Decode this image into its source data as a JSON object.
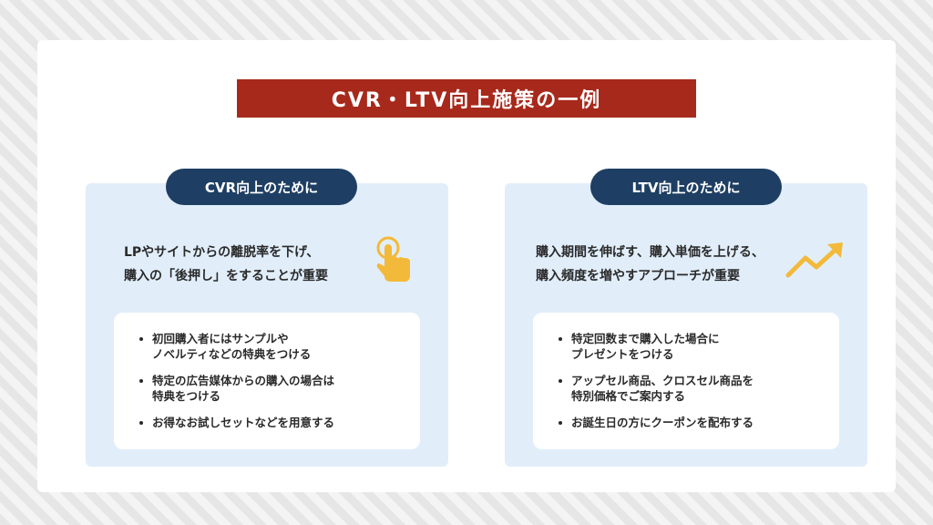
{
  "title": "CVR・LTV向上施策の一例",
  "colors": {
    "title_bg": "#a7291b",
    "pill_bg": "#1e3f63",
    "panel_bg": "#e1eefa",
    "icon_yellow": "#f3b93a"
  },
  "left_panel": {
    "pill": "CVR向上のために",
    "desc_lines": [
      "LPやサイトからの離脱率を下げ、",
      "購入の「後押し」をすることが重要"
    ],
    "icon": "tap-hand-icon",
    "items": [
      {
        "lines": [
          "初回購入者にはサンプルや",
          "ノベルティなどの特典をつける"
        ]
      },
      {
        "lines": [
          "特定の広告媒体からの購入の場合は",
          "特典をつける"
        ]
      },
      {
        "lines": [
          "お得なお試しセットなどを用意する"
        ]
      }
    ]
  },
  "right_panel": {
    "pill": "LTV向上のために",
    "desc_lines": [
      "購入期間を伸ばす、購入単価を上げる、",
      "購入頻度を増やすアプローチが重要"
    ],
    "icon": "trend-up-arrow-icon",
    "items": [
      {
        "lines": [
          "特定回数まで購入した場合に",
          "プレゼントをつける"
        ]
      },
      {
        "lines": [
          "アップセル商品、クロスセル商品を",
          "特別価格でご案内する"
        ]
      },
      {
        "lines": [
          "お誕生日の方にクーポンを配布する"
        ]
      }
    ]
  }
}
